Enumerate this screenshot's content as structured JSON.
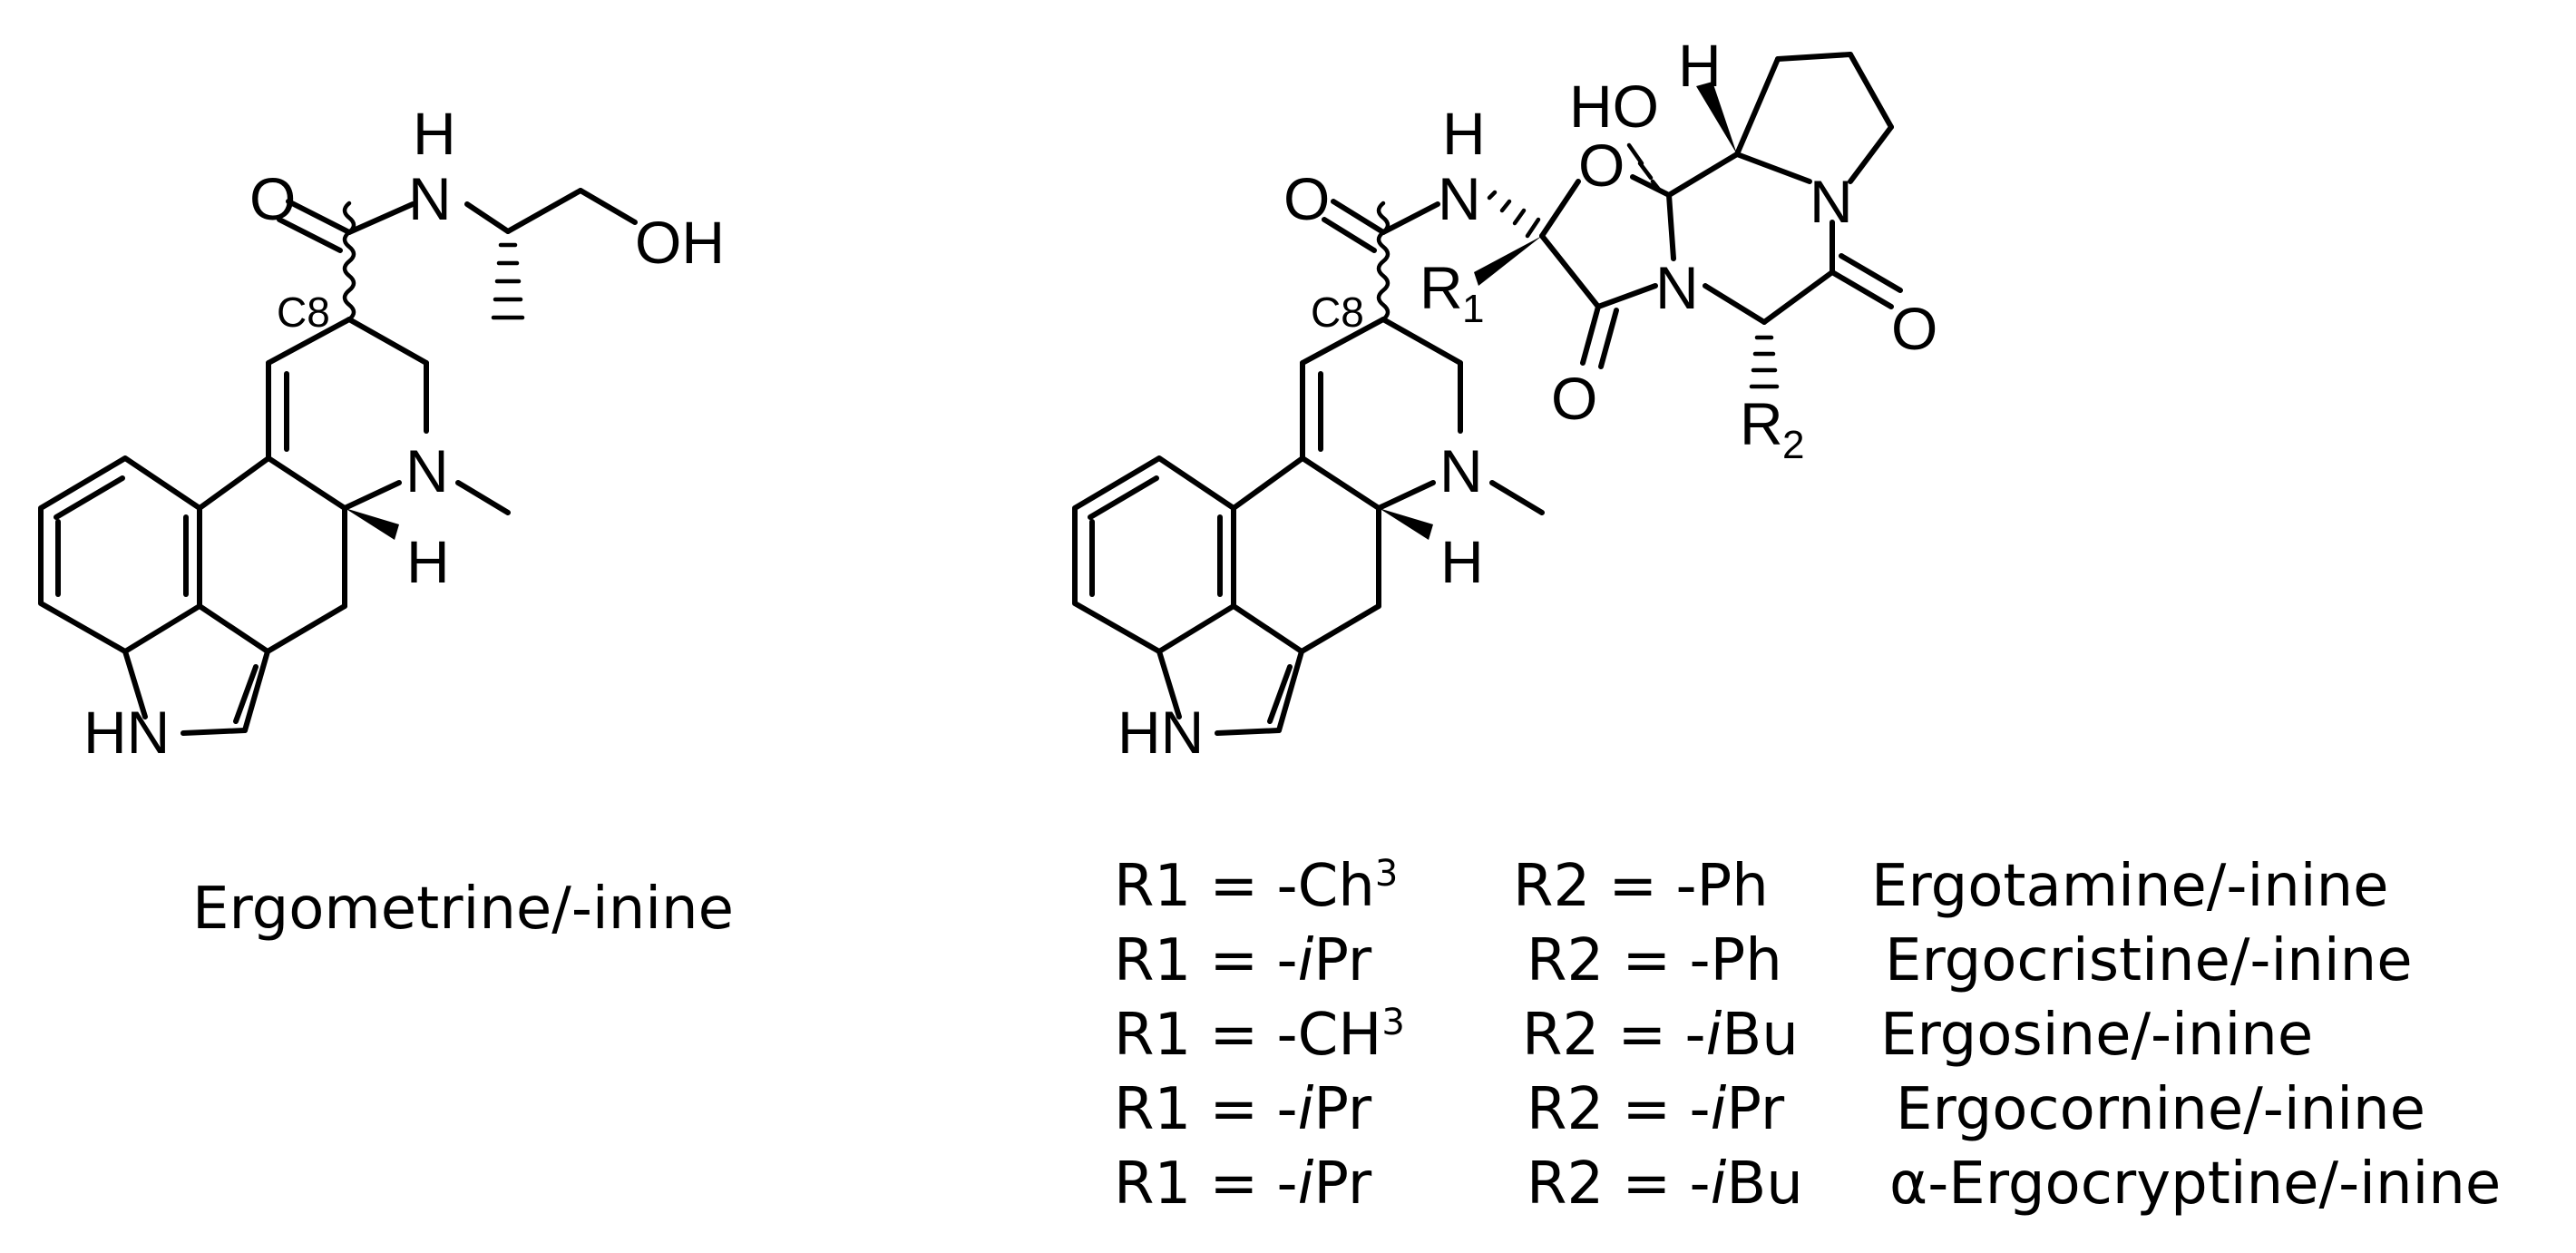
{
  "left_structure": {
    "caption": "Ergometrine/-inine",
    "labels": {
      "O": "O",
      "NH_H": "H",
      "NH_N": "N",
      "OH": "OH",
      "C8": "C8",
      "N": "N",
      "H": "H",
      "HN": "HN"
    }
  },
  "right_structure": {
    "labels": {
      "O_amide": "O",
      "NH_N": "N",
      "NH_H": "H",
      "HO": "HO",
      "O_ring": "O",
      "H_top": "H",
      "N_right": "N",
      "R1": "R",
      "R1_sub": "1",
      "C8": "C8",
      "N_mid": "N",
      "O_lower": "O",
      "O_right": "O",
      "R2": "R",
      "R2_sub": "2",
      "N": "N",
      "H": "H",
      "HN": "HN"
    }
  },
  "table": [
    {
      "r1": "R1 = -Ch",
      "r1_sub": "3",
      "r2": "R2 = -Ph",
      "name": "Ergotamine/-inine"
    },
    {
      "r1": "R1 = -",
      "r1_it": "i",
      "r1_rest": "Pr",
      "r2": "R2 = -Ph",
      "name": "Ergocristine/-inine"
    },
    {
      "r1": "R1 = -CH",
      "r1_sub": "3",
      "r2": "R2 = -",
      "r2_it": "i",
      "r2_rest": "Bu",
      "name": "Ergosine/-inine"
    },
    {
      "r1": "R1 = -",
      "r1_it": "i",
      "r1_rest": "Pr",
      "r2": "R2 = -",
      "r2_it": "i",
      "r2_rest": "Pr",
      "name": "Ergocornine/-inine"
    },
    {
      "r1": "R1 = -",
      "r1_it": "i",
      "r1_rest": "Pr",
      "r2": "R2 = -",
      "r2_it": "i",
      "r2_rest": "Bu",
      "name": "α-Ergocryptine/-inine"
    }
  ]
}
